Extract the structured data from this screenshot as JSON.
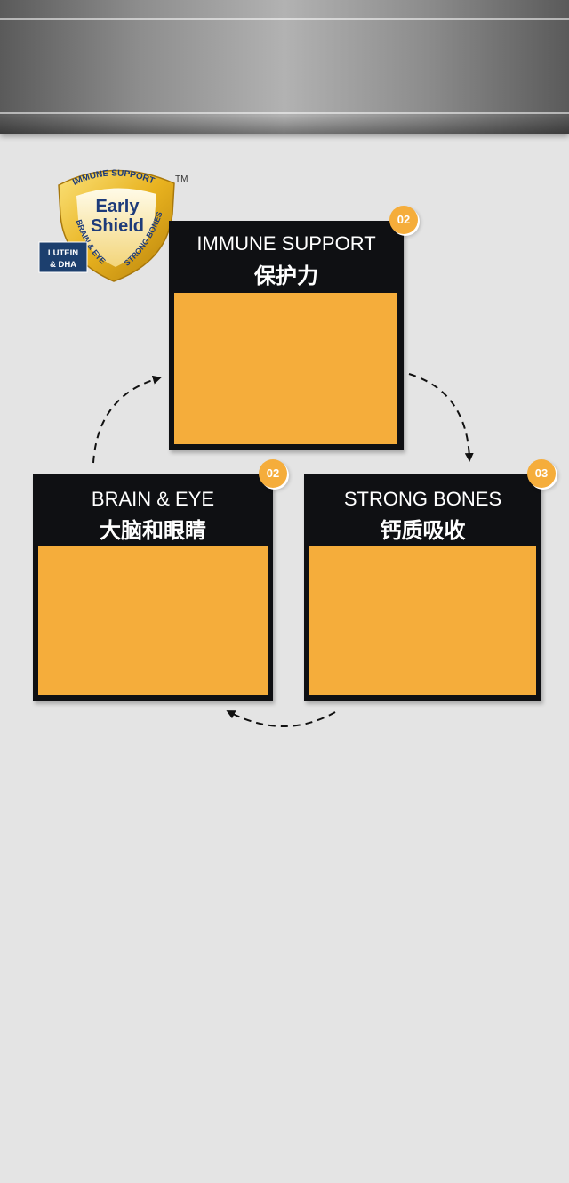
{
  "logo": {
    "arc_top": "IMMUNE SUPPORT",
    "name_line1": "Early",
    "name_line2": "Shield",
    "left_label": "BRAIN & EYE",
    "right_label": "STRONG BONES",
    "tag_line1": "LUTEIN",
    "tag_line2": "& DHA",
    "trademark": "TM",
    "colors": {
      "gold": "#e8b21f",
      "navy": "#1d3b7a",
      "tag": "#1c3f6e"
    }
  },
  "cards": [
    {
      "badge": "02",
      "title_en": "IMMUNE SUPPORT",
      "title_cn": "保护力"
    },
    {
      "badge": "02",
      "title_en": "BRAIN & EYE",
      "title_cn": "大脑和眼睛"
    },
    {
      "badge": "03",
      "title_en": "STRONG BONES",
      "title_cn": "钙质吸收"
    }
  ],
  "colors": {
    "background": "#e4e4e4",
    "card": "#0f1013",
    "panel": "#f5ad3b",
    "badge": "#f5ad3b"
  },
  "icons": [
    "shield-logo",
    "dashed-arrow-cw",
    "dashed-arrow-cw",
    "dashed-arrow-cw"
  ]
}
